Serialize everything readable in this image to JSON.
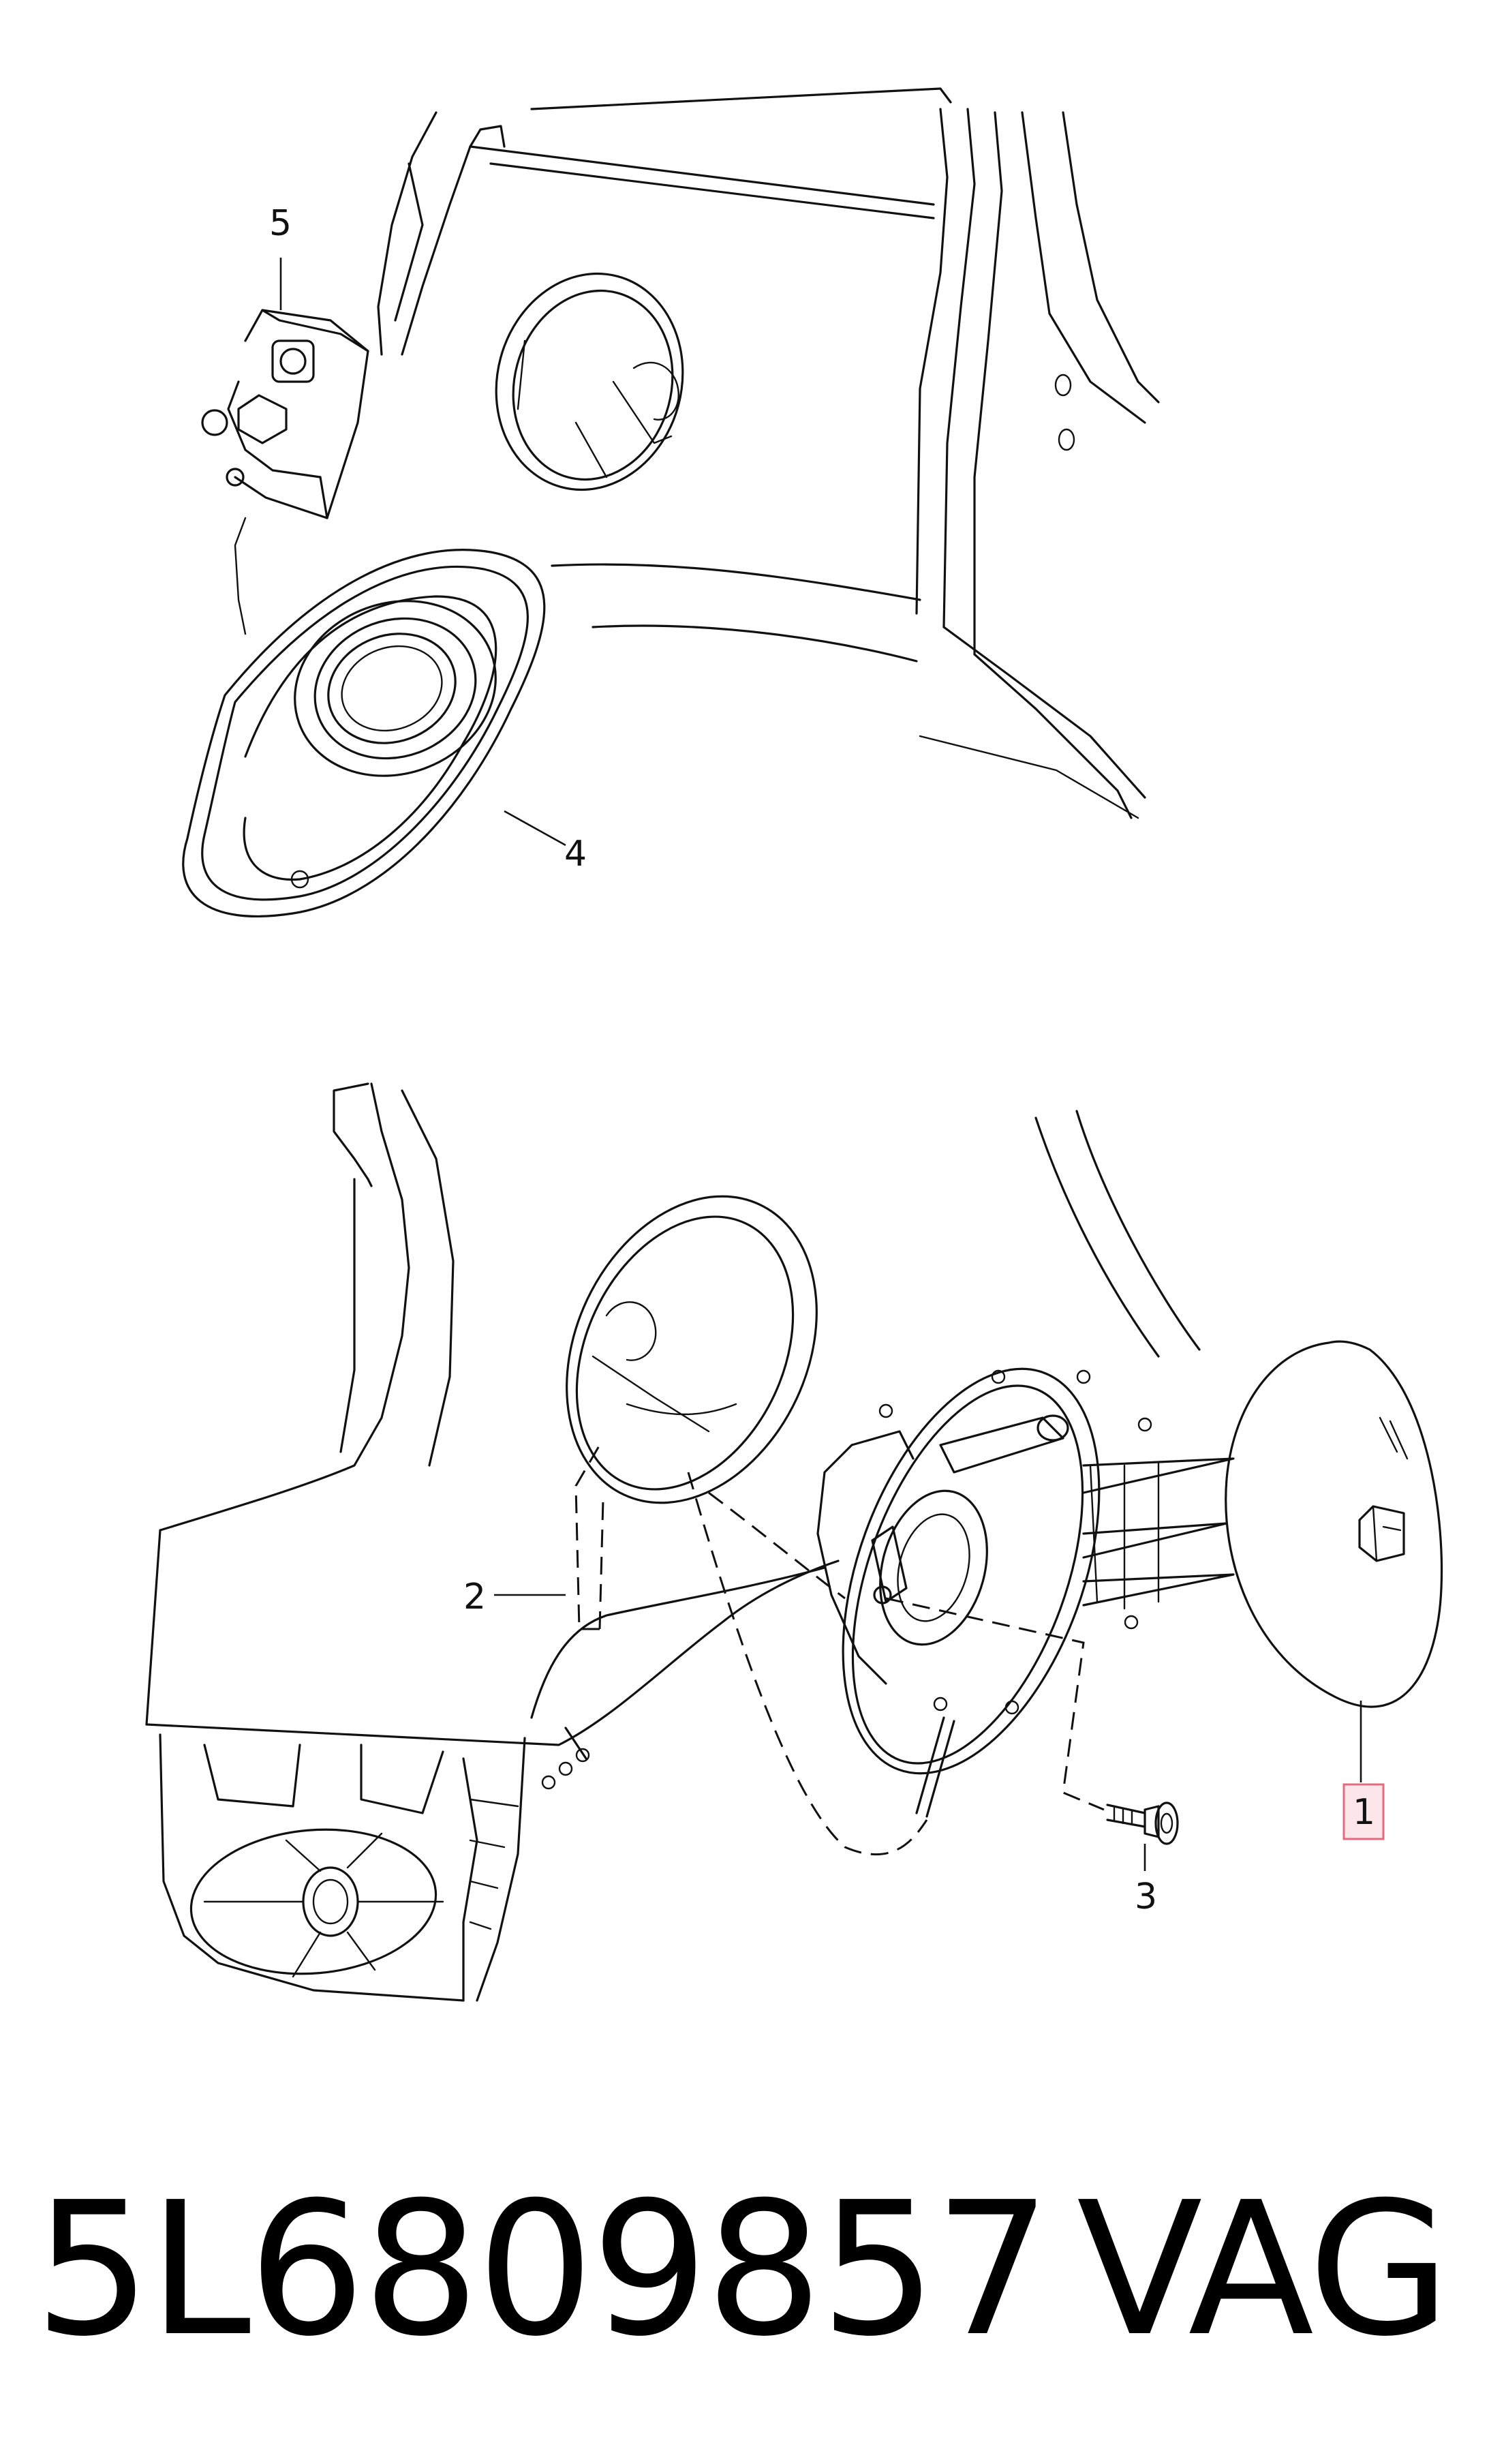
{
  "callouts": [
    {
      "id": "1",
      "label": "1",
      "highlighted": true
    },
    {
      "id": "2",
      "label": "2"
    },
    {
      "id": "3",
      "label": "3"
    },
    {
      "id": "4",
      "label": "4"
    },
    {
      "id": "5",
      "label": "5"
    }
  ],
  "caption": {
    "part_number": "5L6809857",
    "brand": "VAG"
  },
  "colors": {
    "line": "#111111",
    "highlight_fill": "#fde6ea",
    "highlight_stroke": "#e46a7e",
    "background": "#ffffff"
  }
}
